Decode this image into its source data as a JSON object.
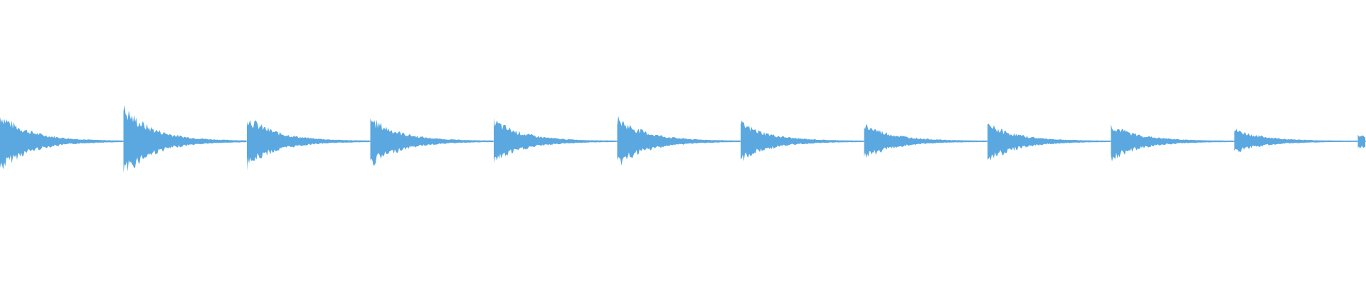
{
  "waveform": {
    "color": "#5ba8e0",
    "background": "#ffffff",
    "beats": [
      {
        "peak": 0.44,
        "trough": 0.46
      },
      {
        "peak": 0.55,
        "trough": 0.55
      },
      {
        "peak": 0.4,
        "trough": 0.41
      },
      {
        "peak": 0.38,
        "trough": 0.39
      },
      {
        "peak": 0.34,
        "trough": 0.34
      },
      {
        "peak": 0.38,
        "trough": 0.4
      },
      {
        "peak": 0.3,
        "trough": 0.31
      },
      {
        "peak": 0.28,
        "trough": 0.28
      },
      {
        "peak": 0.28,
        "trough": 0.32
      },
      {
        "peak": 0.26,
        "trough": 0.3
      },
      {
        "peak": 0.19,
        "trough": 0.18
      },
      {
        "peak": 0.1,
        "trough": 0.11
      }
    ]
  }
}
